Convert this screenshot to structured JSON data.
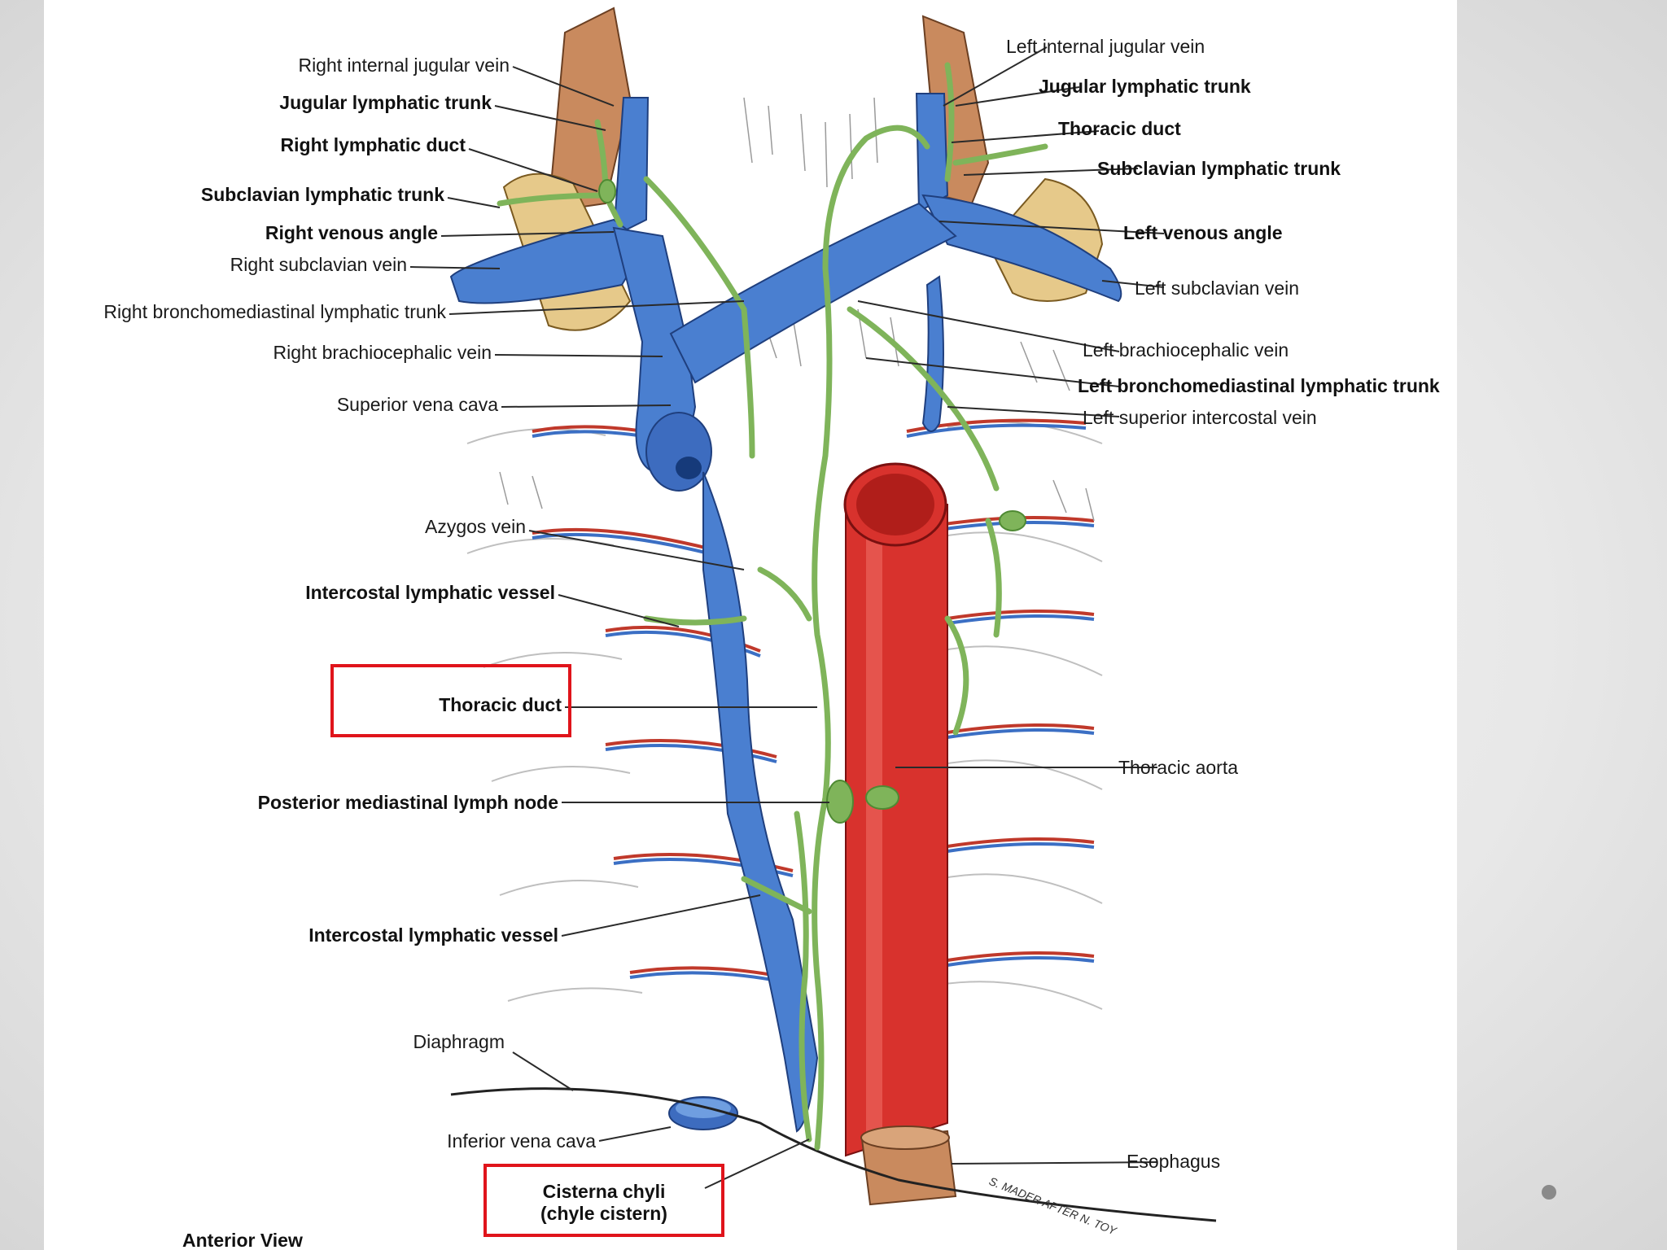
{
  "colors": {
    "vein": "#4a7fd0",
    "vein_dark": "#2f5fae",
    "artery": "#d8322d",
    "artery_light": "#ef6b62",
    "lymph": "#7fb45a",
    "lymph_dark": "#4f8a33",
    "muscle": "#c98a5e",
    "bone": "#e6c98a",
    "highlight": "#e0141b"
  },
  "labels": {
    "right_internal_jugular_vein": "Right internal jugular vein",
    "right_jugular_lymphatic_trunk": "Jugular lymphatic trunk",
    "right_lymphatic_duct": "Right lymphatic duct",
    "right_subclavian_lymphatic_trunk": "Subclavian lymphatic trunk",
    "right_venous_angle": "Right venous angle",
    "right_subclavian_vein": "Right subclavian vein",
    "right_bronchomediastinal_trunk": "Right bronchomediastinal lymphatic trunk",
    "right_brachiocephalic_vein": "Right brachiocephalic vein",
    "superior_vena_cava": "Superior vena cava",
    "azygos_vein": "Azygos vein",
    "intercostal_lymphatic_vessel_upper": "Intercostal lymphatic vessel",
    "thoracic_duct_lower": "Thoracic duct",
    "posterior_mediastinal_lymph_node": "Posterior mediastinal lymph node",
    "intercostal_lymphatic_vessel_lower": "Intercostal lymphatic vessel",
    "diaphragm": "Diaphragm",
    "inferior_vena_cava": "Inferior vena cava",
    "cisterna_chyli_line1": "Cisterna chyli",
    "cisterna_chyli_line2": "(chyle cistern)",
    "anterior_view": "Anterior View",
    "left_internal_jugular_vein": "Left internal jugular vein",
    "left_jugular_lymphatic_trunk": "Jugular lymphatic trunk",
    "thoracic_duct_upper": "Thoracic duct",
    "left_subclavian_lymphatic_trunk": "Subclavian lymphatic trunk",
    "left_venous_angle": "Left venous angle",
    "left_subclavian_vein": "Left subclavian vein",
    "left_brachiocephalic_vein": "Left brachiocephalic vein",
    "left_bronchomediastinal_trunk": "Left bronchomediastinal lymphatic trunk",
    "left_superior_intercostal_vein": "Left superior intercostal vein",
    "thoracic_aorta": "Thoracic aorta",
    "esophagus": "Esophagus",
    "artist_signature": "S. MADER AFTER N. TOY"
  }
}
